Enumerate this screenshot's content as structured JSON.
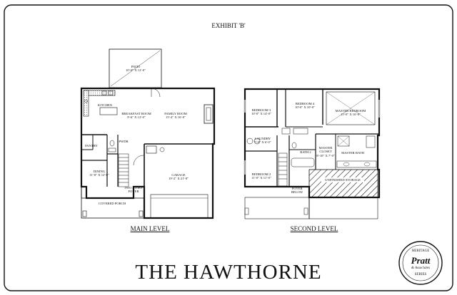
{
  "exhibit_label": "EXHIBIT 'B'",
  "plan_title": "THE HAWTHORNE",
  "levels": {
    "main": {
      "label": "MAIN LEVEL",
      "rooms": [
        {
          "id": "patio",
          "name": "PATIO",
          "dims": "10'-0\" X 12'-0\""
        },
        {
          "id": "kitchen",
          "name": "KITCHEN",
          "dims": ""
        },
        {
          "id": "breakfast",
          "name": "BREAKFAST ROOM",
          "dims": "9'-6\" X 12'-0\""
        },
        {
          "id": "family",
          "name": "FAMILY ROOM",
          "dims": "15'-4\" X 16'-0\""
        },
        {
          "id": "pantry",
          "name": "PANTRY",
          "dims": ""
        },
        {
          "id": "pwdr",
          "name": "PWDR",
          "dims": ""
        },
        {
          "id": "dining",
          "name": "DINING",
          "dims": "11'-0\" X 12'-0\""
        },
        {
          "id": "foyer",
          "name": "TWO STORY FOYER",
          "dims": ""
        },
        {
          "id": "garage",
          "name": "GARAGE",
          "dims": "19'-2\" X 21'-8\""
        },
        {
          "id": "porch",
          "name": "COVERED PORCH",
          "dims": ""
        }
      ]
    },
    "second": {
      "label": "SECOND LEVEL",
      "rooms": [
        {
          "id": "bed3",
          "name": "BEDROOM 3",
          "dims": "10'-0\" X 14'-0\""
        },
        {
          "id": "bed4",
          "name": "BEDROOM 4",
          "dims": "10'-0\" X 10'-0\""
        },
        {
          "id": "master_bed",
          "name": "MASTER BEDROOM",
          "dims": "15'-0\" X 16'-0\""
        },
        {
          "id": "laundry",
          "name": "LAUNDRY",
          "dims": "5'-0\" X 6'-0\""
        },
        {
          "id": "bath2",
          "name": "BATH 2",
          "dims": ""
        },
        {
          "id": "master_closet",
          "name": "MASTER CLOSET",
          "dims": "8'-10\" X 7'-0\""
        },
        {
          "id": "master_bath",
          "name": "MASTER BATH",
          "dims": ""
        },
        {
          "id": "bed2",
          "name": "BEDROOM 2",
          "dims": "11'-0\" X 11'-0\""
        },
        {
          "id": "foyer_below",
          "name": "FOYER BELOW",
          "dims": ""
        },
        {
          "id": "storage",
          "name": "UNFINISHED STORAGE",
          "dims": ""
        }
      ]
    }
  },
  "seal": {
    "line1": "HERITAGE",
    "brand": "Pratt",
    "line2": "& Associates",
    "line3": "SERIES"
  }
}
